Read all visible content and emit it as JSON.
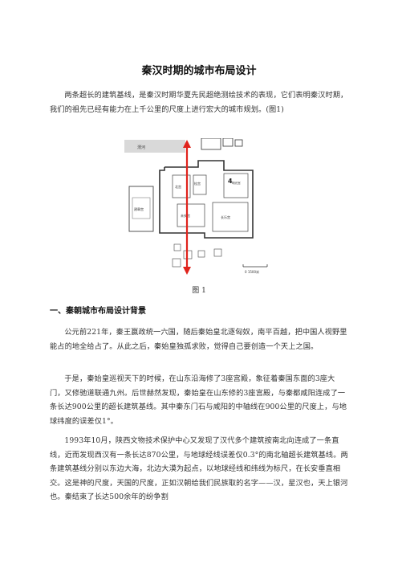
{
  "document": {
    "title": "秦汉时期的城市布局设计",
    "intro": "两条超长的建筑基线，是秦汉时期华夏先民超绝测绘技术的表现，它们表明秦汉时期，我们的祖先已经有能力在上千公里的尺度上进行宏大的城市规划。(图1)",
    "figure_caption": "图 1",
    "section_heading": "一、秦朝城市布局设计背景",
    "paragraphs": [
      "公元前221年，秦王嬴政统一六国，随后秦始皇北逐匈奴，南平百越，把中国人视野里能占的地全给占了。从此之后，秦始皇独孤求败，觉得自己要创造一个天上之国。",
      "于是，秦始皇巡视天下的时候，在山东沿海修了3座宫殿，象征着秦国东面的3座大门，又修驰道联通九州。后世赫然发现，秦始皇在山东修的3座宫殿，与秦都咸阳连成了一条长达900公里的超长建筑基线。其中秦东门石与咸阳的中轴线在900公里的尺度上，与地球纬度的误差仅1°。",
      "1993年10月，陕西文物技术保护中心又发现了汉代多个建筑按南北向连成了一条直线，近而发现西汉有一条长达870公里，与地球经线误差仅0.3°的南北轴超长建筑基线。两条建筑基线分别以东边大海，北边大漠为起点，以地球经线和纬线为标尺，在长安垂直相交。这是神的尺度，天国的尺度，正如汉朝给我们民族取的名字——汉，星汉也，天上银河也。秦结束了长达500余年的纷争割"
    ]
  },
  "map": {
    "labels": {
      "river": "渭河",
      "north_palace": "北宫",
      "mingguang": "明光宫",
      "guigong": "桂宫",
      "changle": "长乐宫",
      "weiyang": "未央宫",
      "jianzhang": "建章宫",
      "scale": "0 1500米"
    }
  }
}
